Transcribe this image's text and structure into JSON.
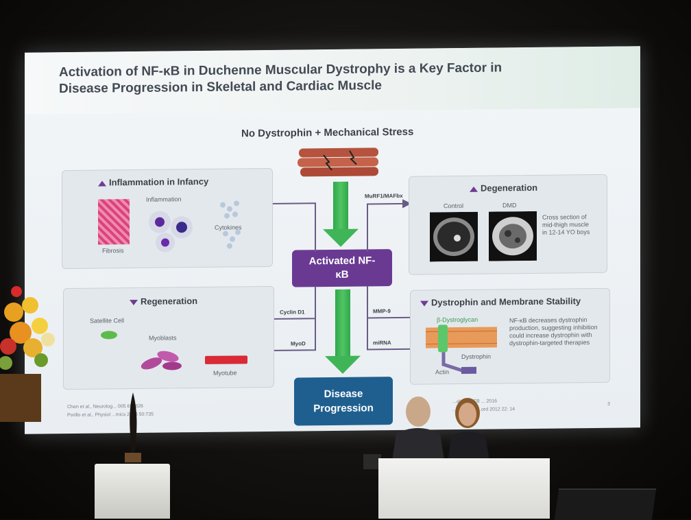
{
  "slide": {
    "title": "Activation of NF-κB in Duchenne Muscular Dystrophy is a Key Factor in Disease Progression in Skeletal and Cardiac Muscle",
    "subtitle": "No Dystrophin + Mechanical Stress",
    "center": {
      "activated": "Activated NF-κB",
      "disease": "Disease Progression"
    },
    "inflammation_box": {
      "title": "Inflammation in Infancy",
      "inflammation": "Inflammation",
      "cytokines": "Cytokines",
      "fibrosis": "Fibrosis"
    },
    "regeneration_box": {
      "title": "Regeneration",
      "satellite_cell": "Satellite Cell",
      "myoblasts": "Myoblasts",
      "myotube": "Myotube"
    },
    "degeneration_box": {
      "title": "Degeneration",
      "control": "Control",
      "dmd": "DMD",
      "note": "Cross section of mid-thigh muscle in 12-14 YO boys"
    },
    "dystrophin_box": {
      "title": "Dystrophin and Membrane Stability",
      "b_dystroglycan": "β-Dystroglycan",
      "dystrophin": "Dystrophin",
      "actin": "Actin",
      "note": "NF-κB decreases dystrophin production, suggesting inhibition could increase dystrophin with dystrophin-targeted therapies"
    },
    "pathway_labels": {
      "murf1": "MuRF1/MAFbx",
      "cyclin": "Cyclin D1",
      "myod": "MyoD",
      "mmp9": "MMP-9",
      "mirna": "miRNA"
    },
    "references": {
      "left1": "Chen et al., Neurolog... 005 65: 826",
      "left2": "Porillo et al., Physiol ...mics 2018 50:735",
      "right1": "...al., FASEB ... 2016",
      "right2": "...al., Neuro...ord 2012 22: 14"
    },
    "page_number": "3"
  },
  "colors": {
    "purple": "#6a3a93",
    "navy": "#1f5f8f",
    "green": "#3fb558"
  }
}
